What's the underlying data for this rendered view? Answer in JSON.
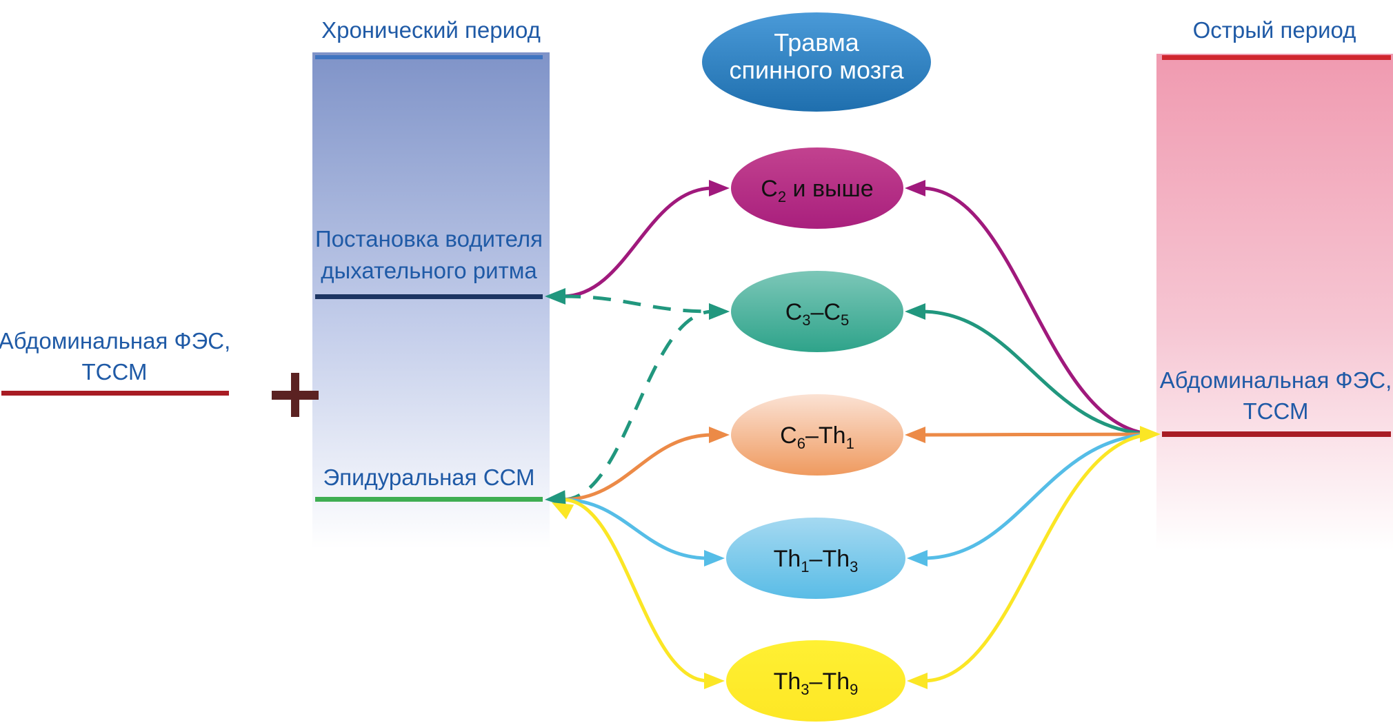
{
  "left_block": {
    "label_lines": [
      "Абдоминальная ФЭС,",
      "ТССМ"
    ],
    "line_color": "#a81c24"
  },
  "plus_sign": {
    "glyph": "+",
    "color": "#5b2222"
  },
  "chronic_panel": {
    "title": "Хронический период",
    "gradient_top": "#7f93c8",
    "gradient_bottom": "#ffffff",
    "top_line_color": "#3f74c0",
    "items": [
      {
        "id": "pacer",
        "label_lines": [
          "Постановка водителя",
          "дыхательного ритма"
        ],
        "line_color": "#1c3562"
      },
      {
        "id": "epidural",
        "label_lines": [
          "Эпидуральная ССМ"
        ],
        "line_color": "#3fae52"
      }
    ]
  },
  "acute_panel": {
    "title": "Острый период",
    "gradient_top": "#f09ab0",
    "gradient_bottom": "#ffffff",
    "top_line_color": "#d0262e",
    "item": {
      "label_lines": [
        "Абдоминальная ФЭС,",
        "ТССМ"
      ],
      "line_color": "#a81c24"
    }
  },
  "root_node": {
    "label_lines": [
      "Травма",
      "спинного мозга"
    ],
    "color_top": "#4a9ad8",
    "color_bottom": "#1f6fae"
  },
  "levels": [
    {
      "id": "c2",
      "main": "C",
      "sub": "2",
      "tail": " и выше",
      "color_top": "#c2428f",
      "color_bottom": "#a91f7d",
      "arrow": "#a0197c"
    },
    {
      "id": "c3c5",
      "parts": [
        [
          "C",
          "3"
        ],
        [
          "–C",
          "5"
        ]
      ],
      "color_top": "#7cc7b8",
      "color_bottom": "#2ea38a",
      "arrow": "#21977e"
    },
    {
      "id": "c6th1",
      "parts": [
        [
          "C",
          "6"
        ],
        [
          "–Th",
          "1"
        ]
      ],
      "color_top": "#fbe2d4",
      "color_bottom": "#ef9a5f",
      "arrow": "#ec8a47"
    },
    {
      "id": "th1th3",
      "parts": [
        [
          "Th",
          "1"
        ],
        [
          "–Th",
          "3"
        ]
      ],
      "color_top": "#a5d9f1",
      "color_bottom": "#59bce6",
      "arrow": "#55bde7"
    },
    {
      "id": "th3th9",
      "parts": [
        [
          "Th",
          "3"
        ],
        [
          "–Th",
          "9"
        ]
      ],
      "color_top": "#fff033",
      "color_bottom": "#fde725",
      "arrow": "#fbe625"
    }
  ],
  "connections": [
    {
      "from": "pacer",
      "to": "c2",
      "style": "solid",
      "color": "#a0197c"
    },
    {
      "from": "pacer",
      "to": "c3c5",
      "style": "dashed",
      "color": "#21977e"
    },
    {
      "from": "epidural",
      "to": "c3c5",
      "style": "dashed",
      "color": "#21977e"
    },
    {
      "from": "epidural",
      "to": "c6th1",
      "style": "solid",
      "color": "#ec8a47"
    },
    {
      "from": "epidural",
      "to": "th1th3",
      "style": "solid",
      "color": "#55bde7"
    },
    {
      "from": "epidural",
      "to": "th3th9",
      "style": "solid",
      "color": "#fbe625"
    },
    {
      "from": "acute",
      "to": "c2",
      "style": "solid",
      "color": "#a0197c"
    },
    {
      "from": "acute",
      "to": "c3c5",
      "style": "solid",
      "color": "#21977e"
    },
    {
      "from": "acute",
      "to": "c6th1",
      "style": "solid",
      "color": "#ec8a47"
    },
    {
      "from": "acute",
      "to": "th1th3",
      "style": "solid",
      "color": "#55bde7"
    },
    {
      "from": "acute",
      "to": "th3th9",
      "style": "solid",
      "color": "#fbe625"
    }
  ]
}
